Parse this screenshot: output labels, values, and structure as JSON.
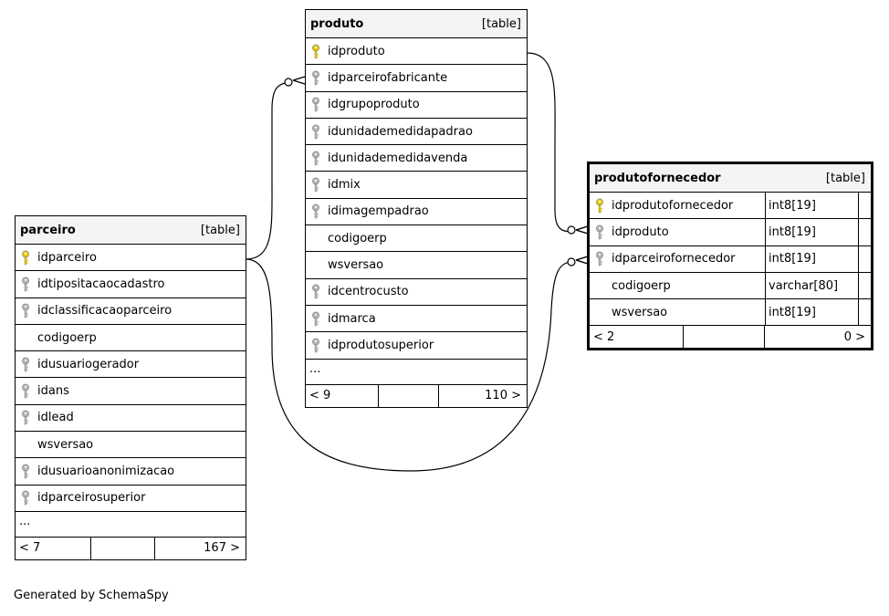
{
  "tables": {
    "produto": {
      "name": "produto",
      "kind": "[table]",
      "columns": [
        {
          "name": "idproduto",
          "key": "primary"
        },
        {
          "name": "idparceirofabricante",
          "key": "foreign"
        },
        {
          "name": "idgrupoproduto",
          "key": "foreign"
        },
        {
          "name": "idunidademedidapadrao",
          "key": "foreign"
        },
        {
          "name": "idunidademedidavenda",
          "key": "foreign"
        },
        {
          "name": "idmix",
          "key": "foreign"
        },
        {
          "name": "idimagempadrao",
          "key": "foreign"
        },
        {
          "name": "codigoerp",
          "key": "none"
        },
        {
          "name": "wsversao",
          "key": "none"
        },
        {
          "name": "idcentrocusto",
          "key": "foreign"
        },
        {
          "name": "idmarca",
          "key": "foreign"
        },
        {
          "name": "idprodutosuperior",
          "key": "foreign"
        }
      ],
      "more": "...",
      "footer_left": "< 9",
      "footer_right": "110 >"
    },
    "parceiro": {
      "name": "parceiro",
      "kind": "[table]",
      "columns": [
        {
          "name": "idparceiro",
          "key": "primary"
        },
        {
          "name": "idtipositacaocadastro",
          "key": "foreign"
        },
        {
          "name": "idclassificacaoparceiro",
          "key": "foreign"
        },
        {
          "name": "codigoerp",
          "key": "none"
        },
        {
          "name": "idusuariogerador",
          "key": "foreign"
        },
        {
          "name": "idans",
          "key": "foreign"
        },
        {
          "name": "idlead",
          "key": "foreign"
        },
        {
          "name": "wsversao",
          "key": "none"
        },
        {
          "name": "idusuarioanonimizacao",
          "key": "foreign"
        },
        {
          "name": "idparceirosuperior",
          "key": "foreign"
        }
      ],
      "more": "...",
      "footer_left": "< 7",
      "footer_right": "167 >"
    },
    "produtofornecedor": {
      "name": "produtofornecedor",
      "kind": "[table]",
      "columns": [
        {
          "name": "idprodutofornecedor",
          "key": "primary",
          "type": "int8[19]"
        },
        {
          "name": "idproduto",
          "key": "foreign",
          "type": "int8[19]"
        },
        {
          "name": "idparceirofornecedor",
          "key": "foreign",
          "type": "int8[19]"
        },
        {
          "name": "codigoerp",
          "key": "none",
          "type": "varchar[80]"
        },
        {
          "name": "wsversao",
          "key": "none",
          "type": "int8[19]"
        }
      ],
      "footer_left": "< 2",
      "footer_right": "0 >"
    }
  },
  "footer_note": "Generated by SchemaSpy",
  "colors": {
    "primary_key": "#e6c800",
    "foreign_key": "#b4b4b4",
    "header_bg": "#f4f4f4"
  }
}
